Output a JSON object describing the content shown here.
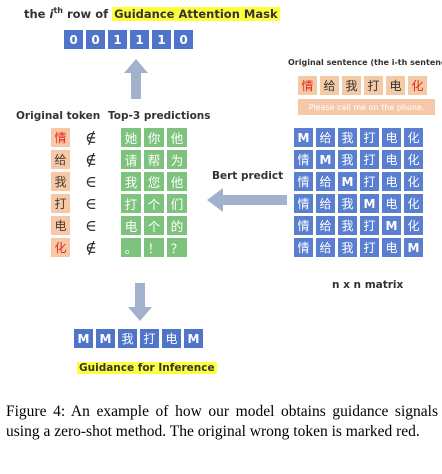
{
  "top": {
    "title_prefix": "the ",
    "title_italic": "i",
    "title_sup": "th",
    "title_mid": " row of ",
    "title_highlight": "Guidance Attention Mask",
    "mask_values": [
      "0",
      "0",
      "1",
      "1",
      "1",
      "0"
    ]
  },
  "sentence": {
    "label": "Original sentence (the i-th sentence)",
    "tokens": [
      "情",
      "给",
      "我",
      "打",
      "电",
      "化"
    ],
    "red_indices": [
      0,
      5
    ],
    "english": "Please call me on the phone."
  },
  "left": {
    "orig_label": "Original token",
    "pred_label": "Top-3 predictions",
    "orig_tokens": [
      "情",
      "给",
      "我",
      "打",
      "电",
      "化"
    ],
    "red_indices": [
      0,
      5
    ],
    "membership": [
      "∉",
      "∉",
      "∈",
      "∈",
      "∈",
      "∉"
    ],
    "predictions": [
      [
        "她",
        "你",
        "他"
      ],
      [
        "请",
        "帮",
        "为"
      ],
      [
        "我",
        "您",
        "他"
      ],
      [
        "打",
        "个",
        "们"
      ],
      [
        "电",
        "个",
        "的"
      ],
      [
        "。",
        "！",
        "？"
      ]
    ]
  },
  "bert_label": "Bert predict",
  "matrix": {
    "label": "n x n matrix",
    "rows": [
      [
        "M",
        "给",
        "我",
        "打",
        "电",
        "化"
      ],
      [
        "情",
        "M",
        "我",
        "打",
        "电",
        "化"
      ],
      [
        "情",
        "给",
        "M",
        "打",
        "电",
        "化"
      ],
      [
        "情",
        "给",
        "我",
        "M",
        "电",
        "化"
      ],
      [
        "情",
        "给",
        "我",
        "打",
        "M",
        "化"
      ],
      [
        "情",
        "给",
        "我",
        "打",
        "电",
        "M"
      ]
    ]
  },
  "guidance": {
    "tokens": [
      "M",
      "M",
      "我",
      "打",
      "电",
      "M"
    ],
    "label": "Guidance for Inference"
  },
  "caption": "Figure 4: An example of how our model obtains guidance signals using a zero-shot method. The original wrong token is marked red.",
  "colors": {
    "mask_blue": "#4f74c9",
    "matrix_blue": "#5a7fd1",
    "pred_green": "#7dc37d",
    "orig_peach": "#f6c8a8",
    "error_red": "#e8231a",
    "highlight_yellow": "#ffff3c",
    "arrow_gray": "#a3b2cc"
  }
}
